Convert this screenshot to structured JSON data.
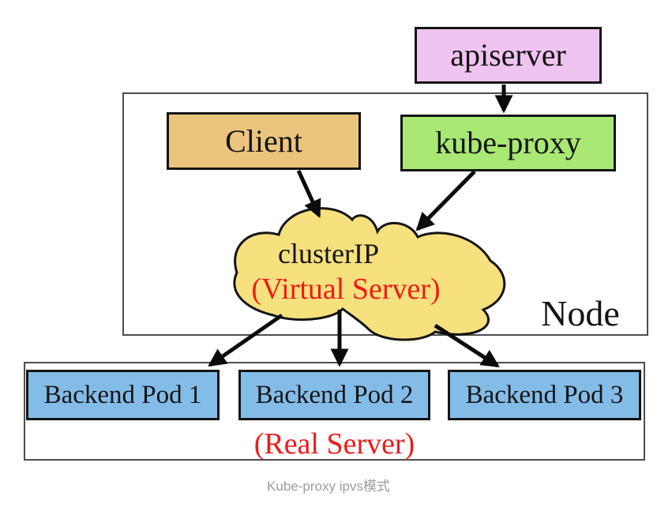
{
  "caption": "Kube-proxy ipvs模式",
  "colors": {
    "apiserver_fill": "#f0c4f0",
    "client_fill": "#ebc57e",
    "kube_proxy_fill": "#a9e873",
    "cloud_fill": "#f7e07e",
    "backend_pod_fill": "#84bce8",
    "red_text": "#ee1a1a",
    "caption_gray": "#9c9c9c",
    "box_border": "#141414",
    "container_border": "#4d4d4d",
    "arrow": "#0b0b0b"
  },
  "nodes": {
    "apiserver": {
      "label": "apiserver"
    },
    "client": {
      "label": "Client"
    },
    "kube_proxy": {
      "label": "kube-proxy"
    },
    "cluster_ip": {
      "label": "clusterIP",
      "sublabel": "(Virtual Server)"
    },
    "node_container": {
      "label": "Node"
    },
    "real_server_container": {
      "label": "(Real Server)"
    },
    "backend_pods": [
      {
        "label": "Backend Pod 1"
      },
      {
        "label": "Backend Pod 2"
      },
      {
        "label": "Backend Pod 3"
      }
    ]
  },
  "edges": [
    {
      "from": "apiserver",
      "to": "kube-proxy"
    },
    {
      "from": "Client",
      "to": "clusterIP (Virtual Server)"
    },
    {
      "from": "kube-proxy",
      "to": "clusterIP (Virtual Server)"
    },
    {
      "from": "clusterIP (Virtual Server)",
      "to": "Backend Pod 1"
    },
    {
      "from": "clusterIP (Virtual Server)",
      "to": "Backend Pod 2"
    },
    {
      "from": "clusterIP (Virtual Server)",
      "to": "Backend Pod 3"
    }
  ]
}
